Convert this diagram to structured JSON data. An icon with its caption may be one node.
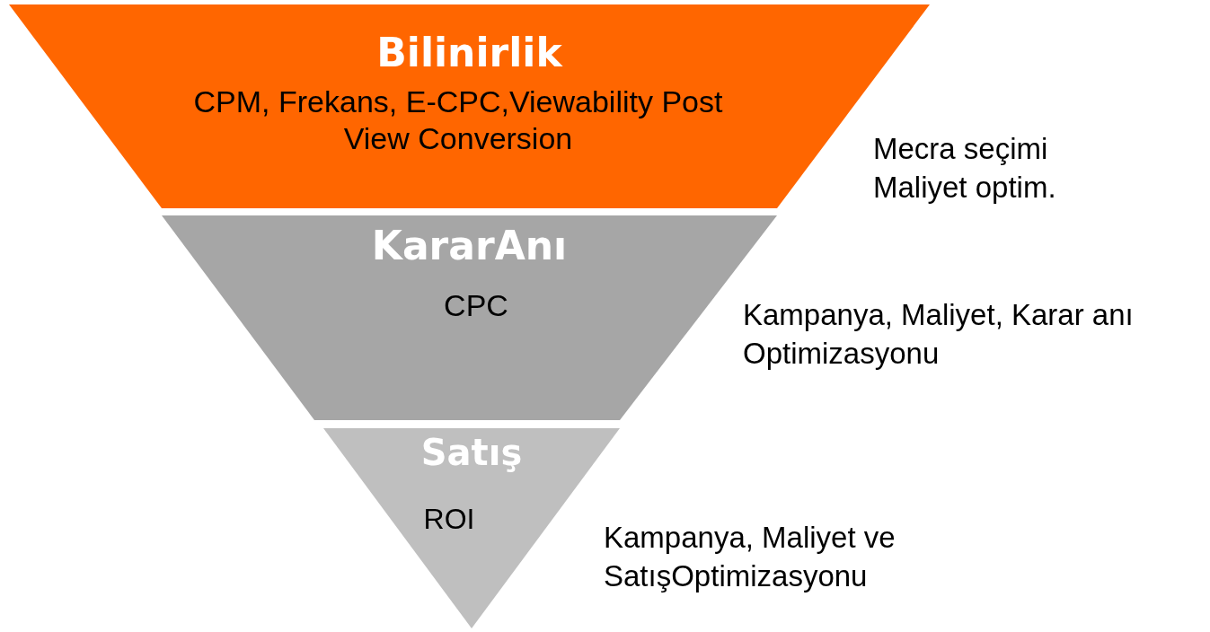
{
  "diagram": {
    "nodes": [
      {
        "text": [
          "Bilinirlik",
          "CPM, Frekans, E-CPC,Viewability Post View Conversion"
        ],
        "beside": [
          "Mecra seçimi Maliyet optim."
        ]
      },
      {
        "text": [
          "KararAnı",
          "CPC"
        ],
        "beside": [
          "Kampanya, Maliyet, Karar anı Optimizasyonu"
        ]
      },
      {
        "text": [
          "Satış",
          "ROI"
        ],
        "beside": [
          "Kampanya, Maliyet ve SatışOptimizasyonu"
        ]
      }
    ],
    "edges": []
  }
}
